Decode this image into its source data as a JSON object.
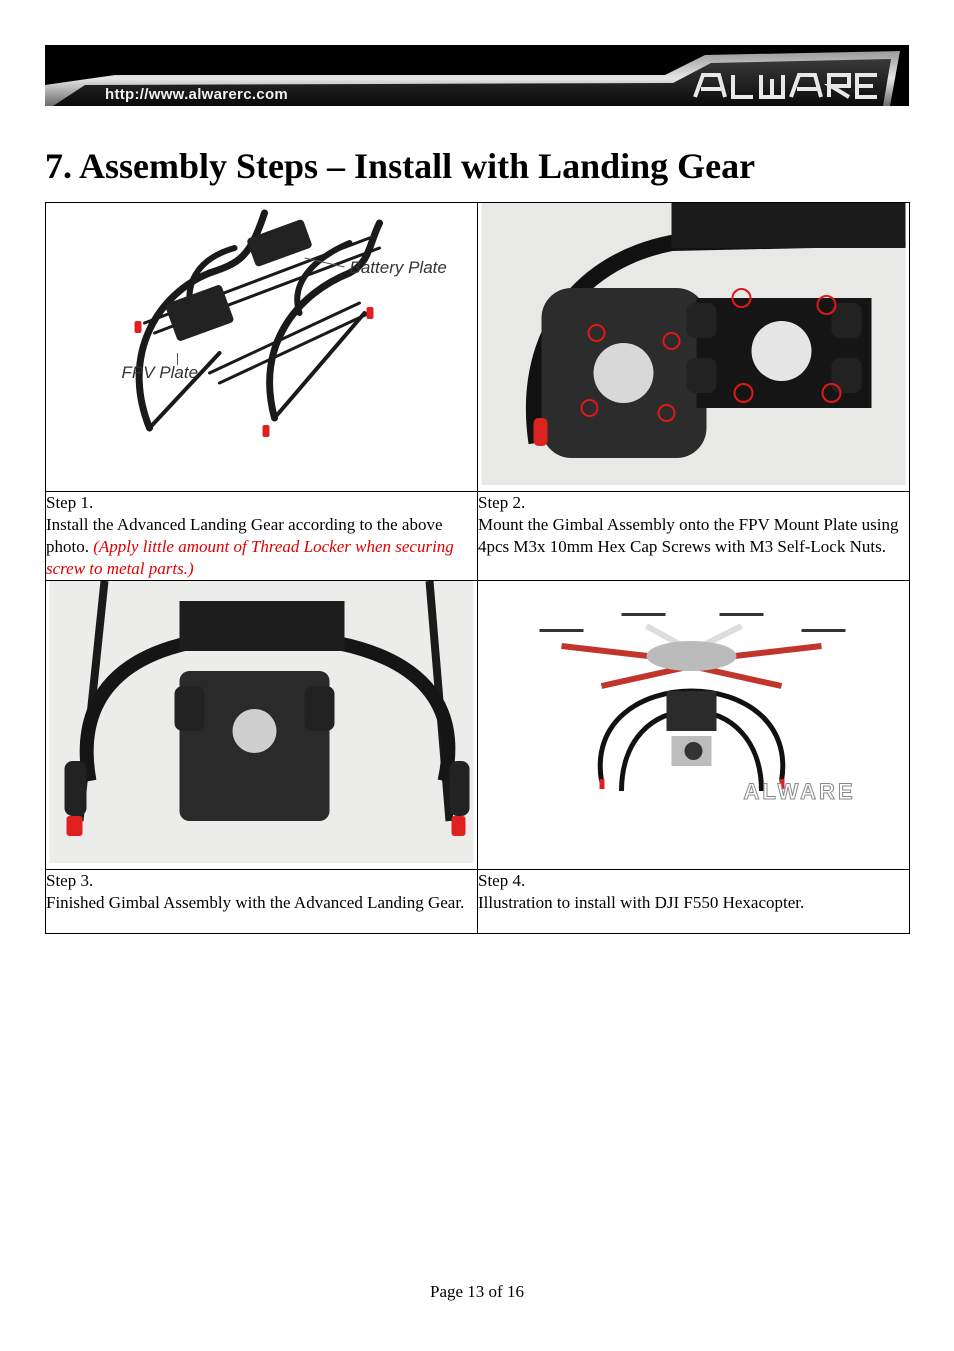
{
  "header": {
    "url": "http://www.alwarerc.com",
    "brand": "ALWARE"
  },
  "page_title": "7. Assembly Steps – Install with Landing Gear",
  "steps": [
    {
      "label": "Step 1.",
      "text": "Install the Advanced Landing Gear according to the above photo.",
      "note": "(Apply little amount of Thread Locker when securing screw to metal parts.)",
      "image_labels": {
        "battery_plate": "Battery Plate",
        "fpv_plate": "FPV Plate"
      }
    },
    {
      "label": "Step 2.",
      "text": "Mount the Gimbal Assembly onto the FPV Mount Plate using 4pcs M3x 10mm Hex Cap Screws with M3 Self-Lock Nuts."
    },
    {
      "label": "Step 3.",
      "text": "Finished Gimbal Assembly with the Advanced Landing Gear."
    },
    {
      "label": "Step 4.",
      "text": "Illustration to install with DJI F550 Hexacopter.",
      "watermark": "ALWARE"
    }
  ],
  "footer": {
    "page": "Page 13 of 16"
  }
}
